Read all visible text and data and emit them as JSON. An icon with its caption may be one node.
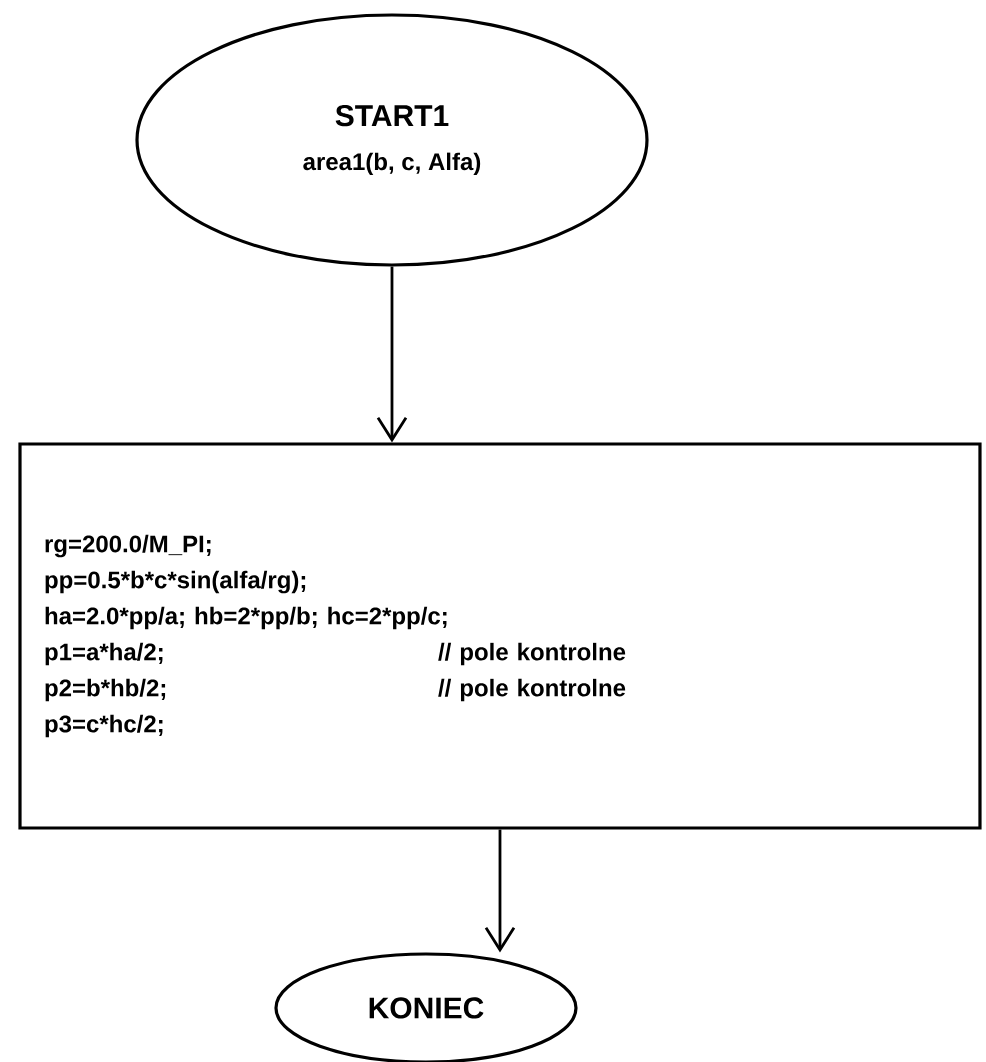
{
  "diagram": {
    "nodes": [
      {
        "text": [
          "START1",
          "area1(b, c, Alfa)"
        ]
      },
      {
        "text": [
          "rg=200.0/M_PI;",
          "pp=0.5*b*c*sin(alfa/rg);",
          "ha=2.0*pp/a;  hb=2*pp/b;   hc=2*pp/c;",
          "p1=a*ha/2;",
          "// pole kontrolne",
          "p2=b*hb/2;",
          "// pole kontrolne",
          "p3=c*hc/2;"
        ]
      },
      {
        "text": [
          "KONIEC"
        ]
      }
    ],
    "edges": [
      {
        "from": 0,
        "to": 1,
        "arrow": "to"
      },
      {
        "from": 1,
        "to": 2,
        "arrow": "to"
      }
    ]
  }
}
